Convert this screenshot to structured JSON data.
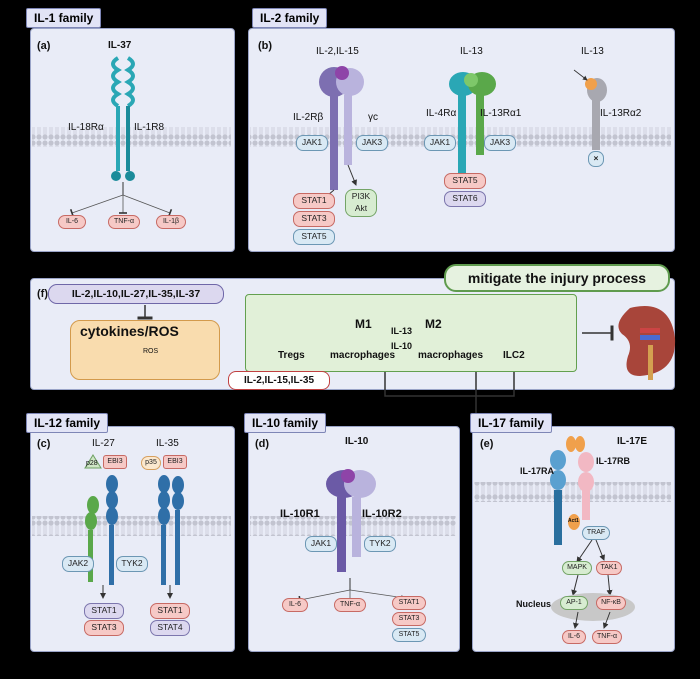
{
  "panel_il1": {
    "tag": "IL-1 family",
    "letter": "(a)",
    "ligand": "IL-37",
    "receptor_left": "IL-18Rα",
    "receptor_right": "IL-1R8",
    "outputs": [
      "IL-6",
      "TNF-α",
      "IL-1β"
    ]
  },
  "panel_il2": {
    "tag": "IL-2 family",
    "letter": "(b)",
    "ligand_1": "IL-2,IL-15",
    "rec1_left": "IL-2Rβ",
    "rec1_right": "γc",
    "jak1": "JAK1",
    "jak3": "JAK3",
    "stat_list_1": [
      "STAT1",
      "STAT3",
      "STAT5"
    ],
    "pi3k": "PI3K\nAkt",
    "ligand_2": "IL-13",
    "rec2_left": "IL-4Rα",
    "rec2_right": "IL-13Rα1",
    "jak1_b": "JAK1",
    "jak3_b": "JAK3",
    "stat_list_2": [
      "STAT5",
      "STAT6"
    ],
    "ligand_3": "IL-13",
    "rec3": "IL-13Rα2",
    "block_mark": "×"
  },
  "panel_f": {
    "letter": "(f)",
    "mitigate": "mitigate the injury process",
    "inhibitors_top": "IL-2,IL-10,IL-27,IL-35,IL-37",
    "cytokines": "cytokines/ROS",
    "ros": "ROS",
    "inhibitors_bottom": "IL-2,IL-15,IL-35",
    "tregs": "Tregs",
    "m1": "M1",
    "m1_label": "macrophages",
    "arrow_label_top": "IL-13",
    "arrow_label_bottom": "IL-10",
    "m2": "M2",
    "m2_label": "macrophages",
    "ilc2": "ILC2"
  },
  "panel_il12": {
    "tag": "IL-12 family",
    "letter": "(c)",
    "ligand_1": "IL-27",
    "ligand_2": "IL-35",
    "p28": "p28",
    "ebi3": "EBI3",
    "p35": "p35",
    "ebi3_b": "EBI3",
    "jak2": "JAK2",
    "tyk2": "TYK2",
    "stats_1": [
      "STAT1",
      "STAT3"
    ],
    "stats_2": [
      "STAT1",
      "STAT4"
    ]
  },
  "panel_il10": {
    "tag": "IL-10 family",
    "letter": "(d)",
    "ligand": "IL-10",
    "rec_left": "IL-10R1",
    "rec_right": "IL-10R2",
    "jak1": "JAK1",
    "tyk2": "TYK2",
    "outputs": [
      "IL-6",
      "TNF-α"
    ],
    "stats": [
      "STAT1",
      "STAT3",
      "STAT5"
    ]
  },
  "panel_il17": {
    "tag": "IL-17 family",
    "letter": "(e)",
    "ligand": "IL-17E",
    "rec_left": "IL-17RA",
    "rec_right": "IL-17RB",
    "act1": "Act1",
    "traf": "TRAF",
    "mapk": "MAPK",
    "tak1": "TAK1",
    "nucleus": "Nucleus",
    "ap1": "AP-1",
    "nfkb": "NF-κB",
    "outputs": [
      "IL-6",
      "TNF-α"
    ]
  },
  "colors": {
    "panel_bg": "#e9ecf7",
    "receptor_teal": "#2aa7b5",
    "receptor_purple": "#7d6fb1",
    "receptor_green": "#5aa84a",
    "receptor_blue": "#2f6fa8",
    "ligand_purple": "#8e44a8",
    "orange": "#f0a04b",
    "membrane": "#c7c9d4"
  }
}
